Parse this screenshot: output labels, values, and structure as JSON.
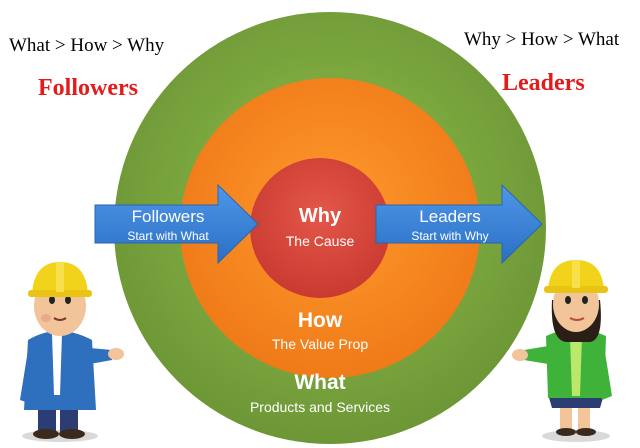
{
  "top_left": {
    "sequence": "What > How > Why",
    "title": "Followers"
  },
  "top_right": {
    "sequence": "Why > How > What",
    "title": "Leaders"
  },
  "rings": {
    "outer": {
      "title": "What",
      "subtitle": "Products and Services"
    },
    "middle": {
      "title": "How",
      "subtitle": "The Value Prop"
    },
    "inner": {
      "title": "Why",
      "subtitle": "The Cause"
    }
  },
  "arrows": {
    "left": {
      "title": "Followers",
      "subtitle": "Start with What"
    },
    "right": {
      "title": "Leaders",
      "subtitle": "Start with Why"
    }
  },
  "colors": {
    "outer_ring": "#7aa53e",
    "middle_ring": "#f6821f",
    "inner_ring": "#d8453a",
    "arrow": "#3b83d6",
    "title_red": "#e31b1b"
  }
}
